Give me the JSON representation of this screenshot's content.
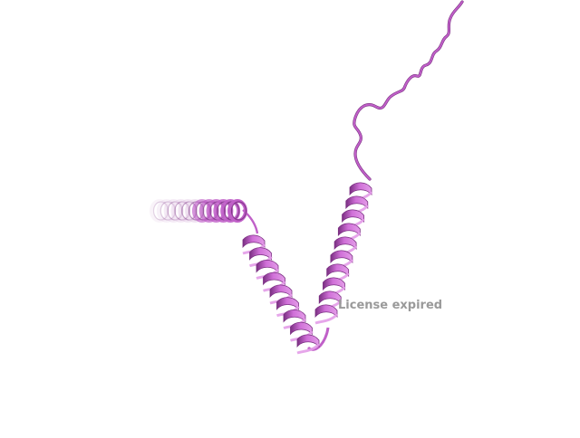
{
  "viewer": {
    "watermark_text": "License expired",
    "background_color": "#ffffff",
    "ribbon_color": "#c060c8",
    "ribbon_dark": "#7a2f82",
    "ribbon_light": "#e39ce8",
    "fade_color": "#e6cfe8"
  },
  "molecule": {
    "representation": "cartoon",
    "helix_count": 3,
    "has_coil_tail": true
  }
}
